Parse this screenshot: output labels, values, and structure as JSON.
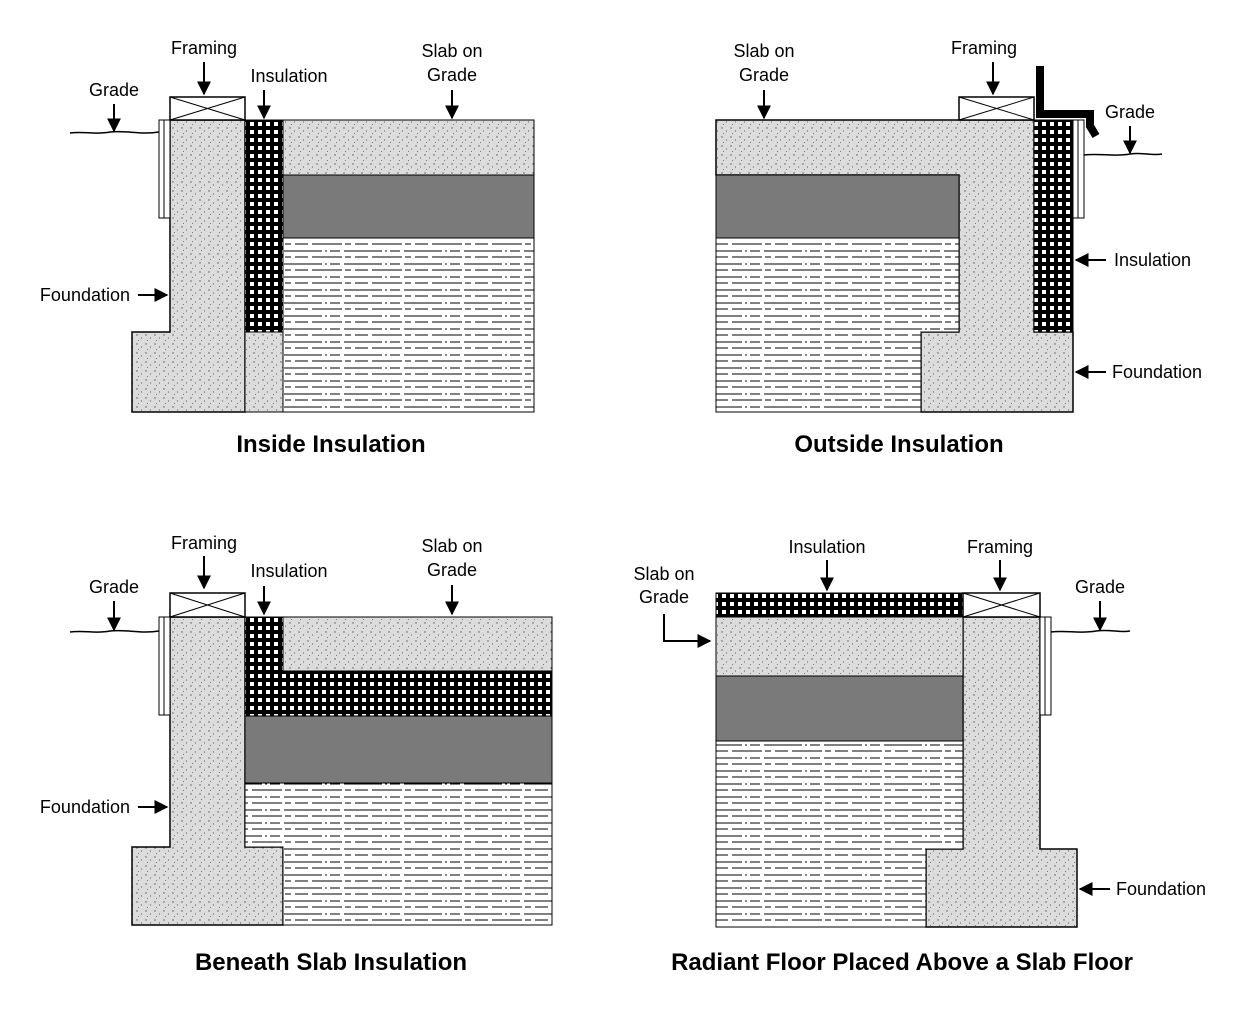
{
  "colors": {
    "ink": "#000000",
    "concrete": "#dcdcdc",
    "slab": "#7a7a7a",
    "soil": "#ffffff",
    "insulation": "#000000"
  },
  "panels": {
    "inside": {
      "title": "Inside Insulation",
      "framing": "Framing",
      "grade": "Grade",
      "insulation": "Insulation",
      "slab": [
        "Slab on",
        "Grade"
      ],
      "foundation": "Foundation"
    },
    "outside": {
      "title": "Outside Insulation",
      "framing": "Framing",
      "grade": "Grade",
      "insulation": "Insulation",
      "slab": [
        "Slab on",
        "Grade"
      ],
      "foundation": "Foundation"
    },
    "beneath": {
      "title": "Beneath Slab Insulation",
      "framing": "Framing",
      "grade": "Grade",
      "insulation": "Insulation",
      "slab": [
        "Slab on",
        "Grade"
      ],
      "foundation": "Foundation"
    },
    "radiant": {
      "title": "Radiant Floor Placed Above a Slab Floor",
      "framing": "Framing",
      "grade": "Grade",
      "insulation": "Insulation",
      "slab": [
        "Slab on",
        "Grade"
      ],
      "foundation": "Foundation"
    }
  }
}
